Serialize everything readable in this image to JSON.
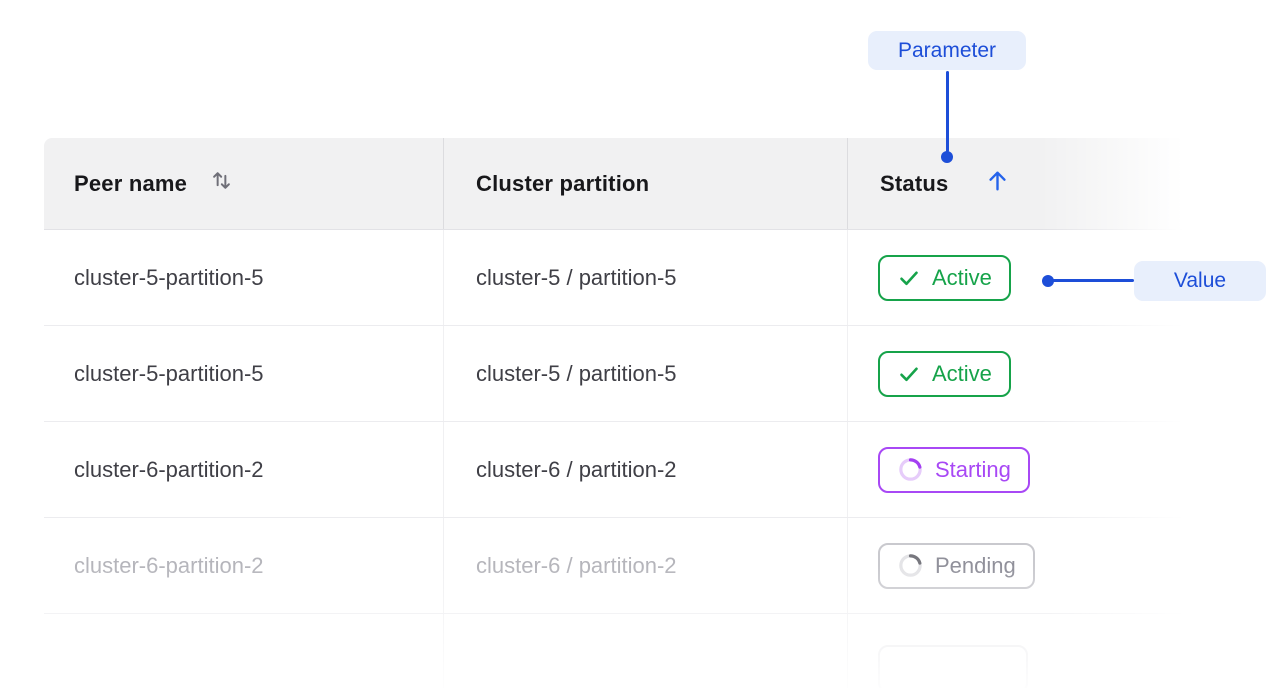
{
  "colors": {
    "annotation_blue": "#1d4ed8",
    "annotation_pill_bg": "#e8effc",
    "status_active_green": "#16a34a",
    "status_starting_purple": "#a848f5",
    "status_pending_gray": "#90909a",
    "header_bg": "#f1f1f2"
  },
  "annotations": {
    "parameter": {
      "label": "Parameter"
    },
    "value": {
      "label": "Value"
    }
  },
  "table": {
    "headers": [
      {
        "label": "Peer name",
        "sort": "sortable"
      },
      {
        "label": "Cluster partition",
        "sort": "none"
      },
      {
        "label": "Status",
        "sort": "ascending"
      }
    ],
    "rows": [
      {
        "peer": "cluster-5-partition-5",
        "partition": "cluster-5 / partition-5",
        "status": {
          "label": "Active",
          "kind": "active"
        }
      },
      {
        "peer": "cluster-5-partition-5",
        "partition": "cluster-5 / partition-5",
        "status": {
          "label": "Active",
          "kind": "active"
        }
      },
      {
        "peer": "cluster-6-partition-2",
        "partition": "cluster-6 / partition-2",
        "status": {
          "label": "Starting",
          "kind": "starting"
        }
      },
      {
        "peer": "cluster-6-partition-2",
        "partition": "cluster-6 / partition-2",
        "status": {
          "label": "Pending",
          "kind": "pending"
        }
      },
      {
        "peer": "",
        "partition": "",
        "status": {
          "label": "",
          "kind": "ghost"
        }
      }
    ]
  }
}
